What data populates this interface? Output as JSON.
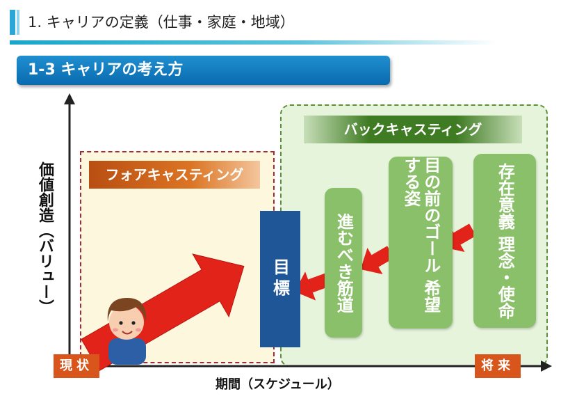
{
  "header": {
    "title": "1.  キャリアの定義（仕事・家庭・地域）"
  },
  "section": {
    "title": "1-3  キャリアの考え方"
  },
  "axes": {
    "y_label": "価値創造（バリュー）",
    "x_label": "期間（スケジュール）"
  },
  "regions": {
    "forecasting": "フォアキャスティング",
    "backcasting": "バックキャスティング"
  },
  "boxes": {
    "goal": "目標",
    "path": "進むべき筋道",
    "near_goal": "目の前のゴール 希望する姿",
    "purpose": "存在意義 理念・使命"
  },
  "tags": {
    "now": "現状",
    "future": "将来"
  },
  "colors": {
    "accent_blue": "#1f5698",
    "green": "#8bc06a",
    "orange": "#d8561b",
    "red_arrow": "#e2231a"
  }
}
